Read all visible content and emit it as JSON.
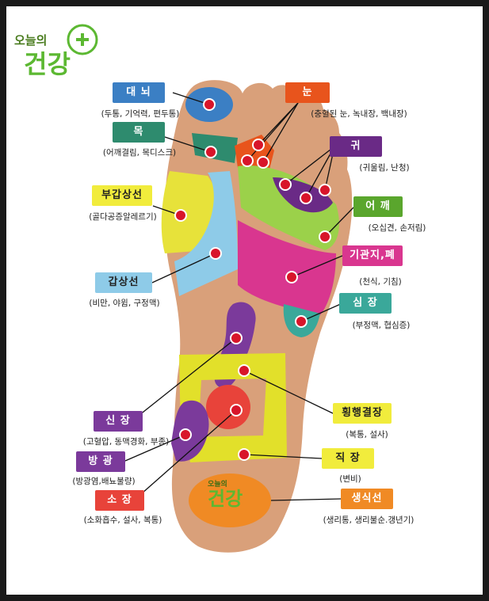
{
  "logo": {
    "line1": "오늘의",
    "line2": "건강"
  },
  "watermark": {
    "line1": "오늘의",
    "line2": "건강"
  },
  "colors": {
    "brain": "#3b7fc4",
    "neck": "#2e8b6e",
    "parathyroid": "#e7e23a",
    "thyroid": "#8ecbe8",
    "kidney": "#7b3a9b",
    "bladder": "#7b3a9b",
    "small_intestine": "#e8433a",
    "eye": "#e8541c",
    "ear": "#6a2a86",
    "shoulder": "#5aa62d",
    "bronchi_lung": "#d9368f",
    "heart": "#3aa89a",
    "colon": "#e2e02a",
    "rectum": "#e2e02a",
    "genital": "#f08a24",
    "point": "#d8152a"
  },
  "labels": [
    {
      "id": "brain",
      "title": "대 뇌",
      "caption": "(두통, 기억력, 편두통)"
    },
    {
      "id": "neck",
      "title": "목",
      "caption": "(어깨결림, 목디스크)"
    },
    {
      "id": "parathyroid",
      "title": "부갑상선",
      "caption": "(골다공증알레르기)"
    },
    {
      "id": "thyroid",
      "title": "갑상선",
      "caption": "(비만, 야윔, 구정맥)"
    },
    {
      "id": "kidney",
      "title": "신 장",
      "caption": "(고혈압, 동맥경화, 부종)"
    },
    {
      "id": "bladder",
      "title": "방 광",
      "caption": "(방광염,배뇨불량)"
    },
    {
      "id": "small_intestine",
      "title": "소 장",
      "caption": "(소화흡수, 설사, 복통)"
    },
    {
      "id": "eye",
      "title": "눈",
      "caption": "(충혈된 눈, 녹내장, 백내장)"
    },
    {
      "id": "ear",
      "title": "귀",
      "caption": "(귀울림, 난청)"
    },
    {
      "id": "shoulder",
      "title": "어 깨",
      "caption": "(오십견, 손저림)"
    },
    {
      "id": "bronchi_lung",
      "title": "기관지,폐",
      "caption": "(천식, 기침)"
    },
    {
      "id": "heart",
      "title": "심 장",
      "caption": "(부정맥, 협심증)"
    },
    {
      "id": "colon",
      "title": "횡행결장",
      "caption": "(복통, 설사)"
    },
    {
      "id": "rectum",
      "title": "직 장",
      "caption": "(변비)"
    },
    {
      "id": "genital",
      "title": "생식선",
      "caption": "(생리통, 생리불순.갱년기)"
    }
  ]
}
